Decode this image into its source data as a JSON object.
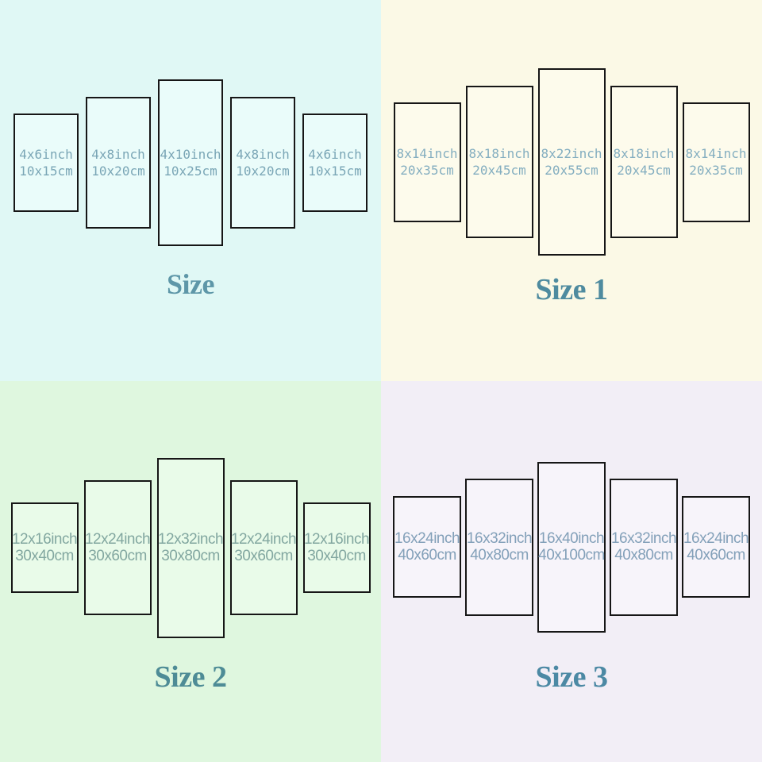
{
  "palette": {
    "quadrant_backgrounds": [
      "#e0f8f5",
      "#fbf9e6",
      "#dff7df",
      "#f2eef6"
    ],
    "panel_fills": [
      "#eafcfa",
      "#fdfbec",
      "#e9fbe9",
      "#f7f4fa"
    ],
    "panel_border": "#161616",
    "label_colors": [
      "#7aa6b6",
      "#84aec0",
      "#82a7a0",
      "#83a0b9"
    ],
    "title_colors": [
      "#5e97a8",
      "#4e8b9f",
      "#4e8c96",
      "#4c89a4"
    ]
  },
  "quadrants": [
    {
      "title": "Size",
      "panels": [
        {
          "line1": "4x6inch",
          "line2": "10x15cm"
        },
        {
          "line1": "4x8inch",
          "line2": "10x20cm"
        },
        {
          "line1": "4x10inch",
          "line2": "10x25cm"
        },
        {
          "line1": "4x8inch",
          "line2": "10x20cm"
        },
        {
          "line1": "4x6inch",
          "line2": "10x15cm"
        }
      ]
    },
    {
      "title": "Size 1",
      "panels": [
        {
          "line1": "8x14inch",
          "line2": "20x35cm"
        },
        {
          "line1": "8x18inch",
          "line2": "20x45cm"
        },
        {
          "line1": "8x22inch",
          "line2": "20x55cm"
        },
        {
          "line1": "8x18inch",
          "line2": "20x45cm"
        },
        {
          "line1": "8x14inch",
          "line2": "20x35cm"
        }
      ]
    },
    {
      "title": "Size 2",
      "panels": [
        {
          "line1": "12x16inch",
          "line2": "30x40cm"
        },
        {
          "line1": "12x24inch",
          "line2": "30x60cm"
        },
        {
          "line1": "12x32inch",
          "line2": "30x80cm"
        },
        {
          "line1": "12x24inch",
          "line2": "30x60cm"
        },
        {
          "line1": "12x16inch",
          "line2": "30x40cm"
        }
      ]
    },
    {
      "title": "Size 3",
      "panels": [
        {
          "line1": "16x24inch",
          "line2": "40x60cm"
        },
        {
          "line1": "16x32inch",
          "line2": "40x80cm"
        },
        {
          "line1": "16x40inch",
          "line2": "40x100cm"
        },
        {
          "line1": "16x32inch",
          "line2": "40x80cm"
        },
        {
          "line1": "16x24inch",
          "line2": "40x60cm"
        }
      ]
    }
  ]
}
